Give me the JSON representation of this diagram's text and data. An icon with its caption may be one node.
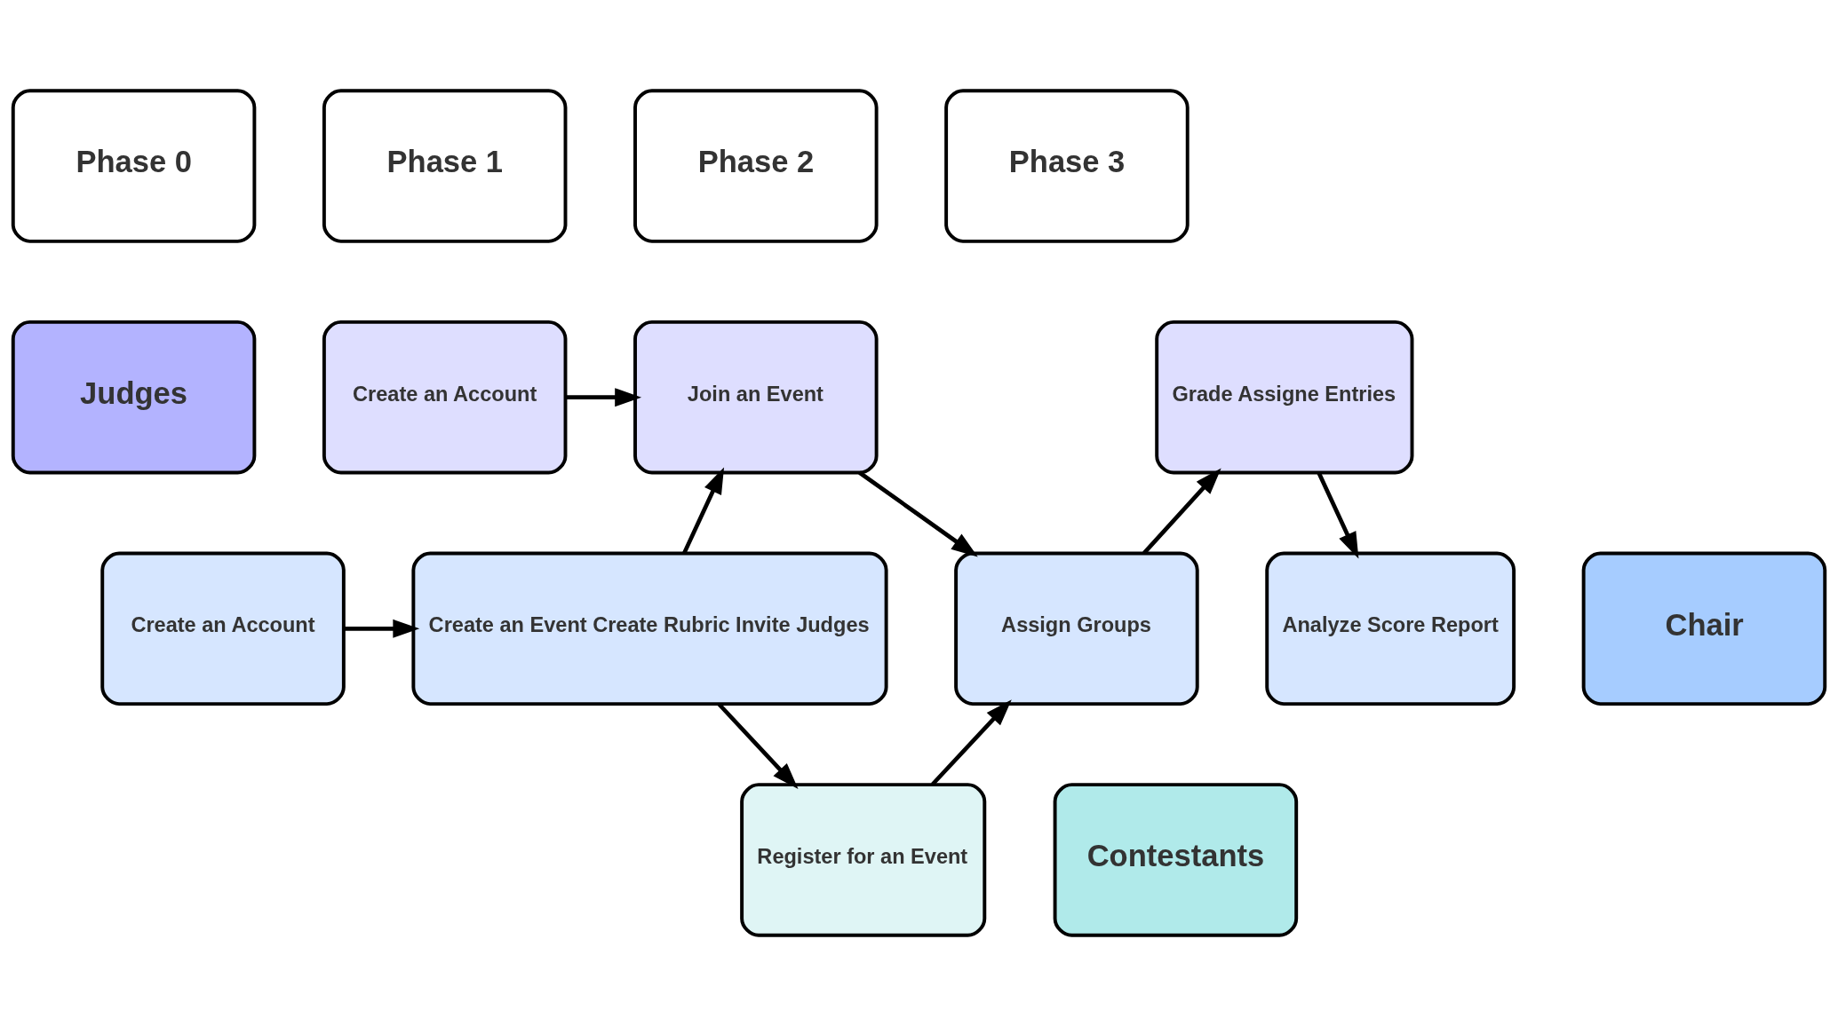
{
  "diagram": {
    "nodes": [
      {
        "text": [
          "Phase 0"
        ]
      },
      {
        "text": [
          "Phase 1"
        ]
      },
      {
        "text": [
          "Phase 2"
        ]
      },
      {
        "text": [
          "Phase 3"
        ]
      },
      {
        "text": [
          "Judges"
        ]
      },
      {
        "text": [
          "Create an Account"
        ]
      },
      {
        "text": [
          "Join an Event"
        ]
      },
      {
        "text": [
          "Grade Assigne Entries"
        ]
      },
      {
        "text": [
          "Chair"
        ]
      },
      {
        "text": [
          "Create an Account"
        ]
      },
      {
        "text": [
          "Create an Event Create Rubric Invite Judges"
        ]
      },
      {
        "text": [
          "Assign Groups"
        ]
      },
      {
        "text": [
          "Analyze Score Report"
        ]
      },
      {
        "text": [
          "Contestants"
        ]
      },
      {
        "text": [
          "Register for an Event"
        ]
      }
    ],
    "edges": [
      {
        "from": 5,
        "to": 6,
        "arrow": "to"
      },
      {
        "from": 9,
        "to": 10,
        "arrow": "to"
      },
      {
        "from": 10,
        "to": 6,
        "arrow": "to"
      },
      {
        "from": 10,
        "to": 14,
        "arrow": "to"
      },
      {
        "from": 6,
        "to": 11,
        "arrow": "to"
      },
      {
        "from": 14,
        "to": 11,
        "arrow": "to"
      },
      {
        "from": 11,
        "to": 7,
        "arrow": "to"
      },
      {
        "from": 7,
        "to": 12,
        "arrow": "to"
      }
    ]
  }
}
